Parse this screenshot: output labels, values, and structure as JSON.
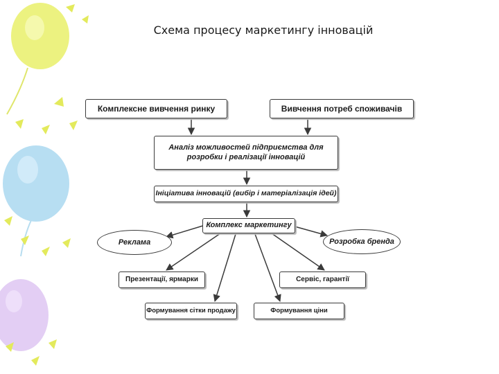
{
  "slide": {
    "title": "Схема процесу маркетингу інновацій"
  },
  "diagram": {
    "market_research": "Комплексне вивчення ринку",
    "consumer_needs": "Вивчення потреб споживачів",
    "capability_analysis": "Аналіз можливостей підприємства для розробки і реалізації інновацій",
    "innovation_initiative": "Ініціатива інновацій (вибір і матеріалізація ідей)",
    "marketing_complex": "Комплекс маркетингу",
    "advertising": "Реклама",
    "brand_development": "Розробка бренда",
    "presentations_fairs": "Презентації, ярмарки",
    "service_warranties": "Сервіс, гарантії",
    "sales_network": "Формування сітки продажу",
    "pricing": "Формування ціни"
  },
  "colors": {
    "balloon_yellow": "#e9f06a",
    "balloon_blue": "#9fd3ee",
    "balloon_lilac": "#d9bdf0",
    "confetti_yellow": "#e3ea5c",
    "box_border": "#3a3a3a",
    "arrow": "#3a3a3a"
  }
}
